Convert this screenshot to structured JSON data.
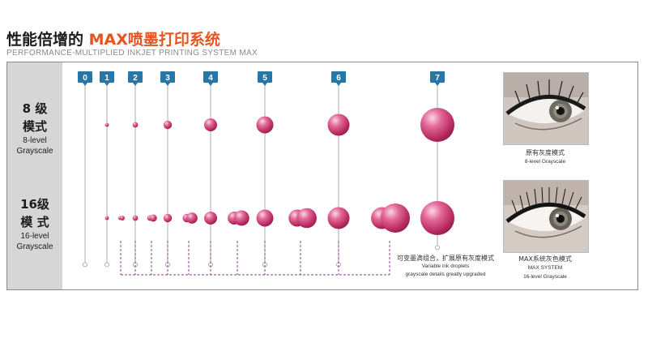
{
  "header": {
    "title_prefix": "性能倍增的 ",
    "title_accent": "MAX喷墨打印系统",
    "subtitle": "PERFORMANCE-MULTIPLIED INKJET PRINTING SYSTEM MAX"
  },
  "rows": [
    {
      "zh_line1": "8 级",
      "zh_line2": "模式",
      "en_line1": "8-level",
      "en_line2": "Grayscale"
    },
    {
      "zh_line1": "16级",
      "zh_line2": "模 式",
      "en_line1": "16-level",
      "en_line2": "Grayscale"
    }
  ],
  "levels": [
    "0",
    "1",
    "2",
    "3",
    "4",
    "5",
    "6",
    "7"
  ],
  "droplet_levels_8": [
    0,
    1,
    2,
    3,
    4,
    5,
    6,
    7
  ],
  "droplet_levels_16": [
    1,
    1.5,
    2,
    2.5,
    3,
    3.5,
    4,
    4.5,
    5,
    5.5,
    6,
    6.5,
    7
  ],
  "photos": {
    "original": {
      "caption_zh": "原有灰度模式",
      "caption_en": "8-level Grayscale"
    },
    "max": {
      "caption_zh": "MAX系统灰色模式",
      "caption_en1": "MAX SYSTEM",
      "caption_en2": "16-level Grayscale"
    }
  },
  "variable_caption": {
    "zh": "可变墨滴组合，扩展原有灰度模式",
    "en1": "Variable ink droplets",
    "en2": "grayscale details greatly upgraded"
  },
  "colors": {
    "accent": "#e8541e",
    "marker": "#2677a8",
    "droplet": "#c8306a",
    "dash": "#8b3f92"
  }
}
